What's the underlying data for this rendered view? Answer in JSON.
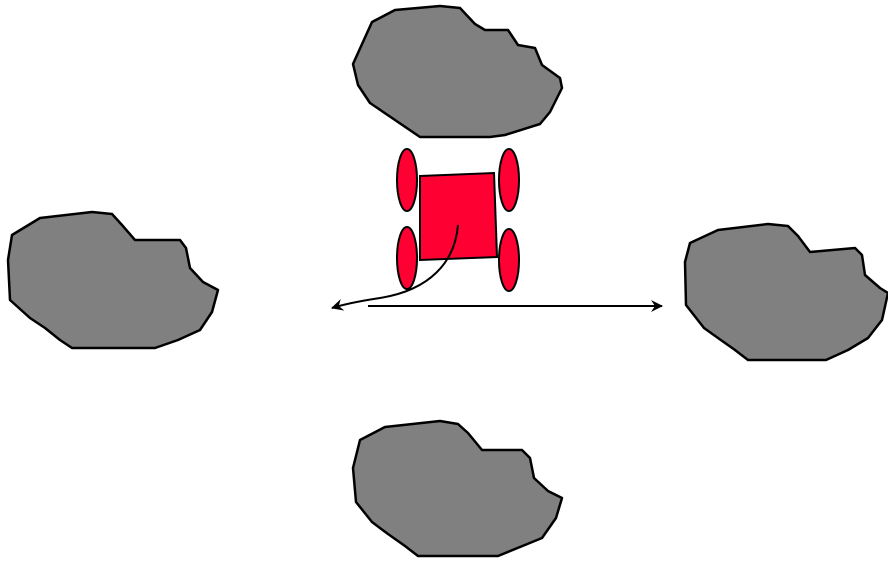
{
  "colors": {
    "background": "#ffffff",
    "obstacle_fill": "#808080",
    "robot_fill": "#ff0033",
    "outline": "#000000"
  },
  "obstacles": [
    {
      "name": "obstacle-top"
    },
    {
      "name": "obstacle-left"
    },
    {
      "name": "obstacle-right"
    },
    {
      "name": "obstacle-bottom"
    }
  ],
  "robot": {
    "body": "square chassis",
    "wheels": 4
  },
  "paths": [
    {
      "name": "curved-path-left",
      "arrowhead": "left"
    },
    {
      "name": "straight-path-right",
      "arrowhead": "right"
    }
  ]
}
